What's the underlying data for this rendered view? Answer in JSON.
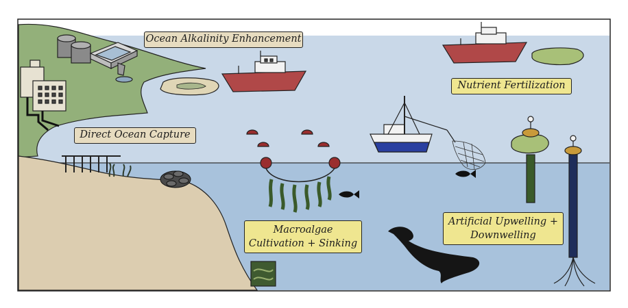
{
  "labels": {
    "ocean_alkalinity": "Ocean Alkalinity Enhancement",
    "nutrient_fertilization": "Nutrient Fertilization",
    "direct_ocean_capture": "Direct Ocean Capture",
    "macroalgae_line1": "Macroalgae",
    "macroalgae_line2": "Cultivation + Sinking",
    "upwelling_line1": "Artificial Upwelling +",
    "upwelling_line2": "Downwelling"
  },
  "colors": {
    "beige_label": "#e7dcc0",
    "yellow_label": "#efe690",
    "sky": "#c9d8e8",
    "water": "#a8c2dc",
    "seabed": "#dccdb0",
    "land_green": "#93b07a",
    "boat_hull": "#b04848",
    "fishing_hull": "#2a3fa0"
  }
}
